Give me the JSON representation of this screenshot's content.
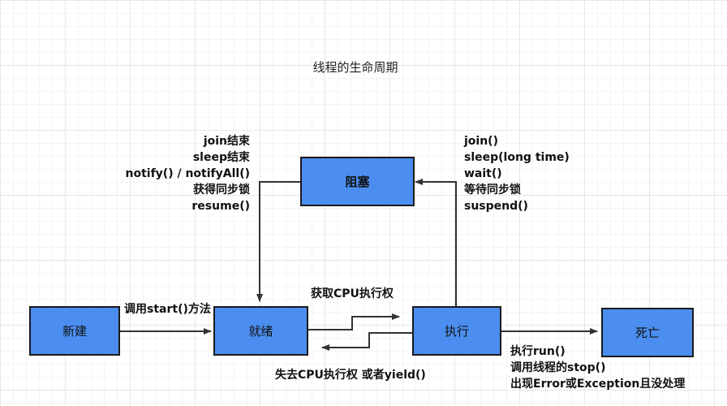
{
  "title": "线程的生命周期",
  "nodes": {
    "new": "新建",
    "ready": "就绪",
    "running": "执行",
    "blocked": "阻塞",
    "dead": "死亡"
  },
  "edges": {
    "new_to_ready": "调用start()方法",
    "ready_to_running": "获取CPU执行权",
    "running_to_ready": "失去CPU执行权 或者yield()",
    "running_to_blocked": [
      "join()",
      "sleep(long time)",
      "wait()",
      "等待同步锁",
      "suspend()"
    ],
    "blocked_to_ready": [
      "join结束",
      "sleep结束",
      "notify() / notifyAll()",
      "获得同步锁",
      "resume()"
    ],
    "running_to_dead": [
      "执行run()",
      "调用线程的stop()",
      "出现Error或Exception且没处理"
    ]
  }
}
